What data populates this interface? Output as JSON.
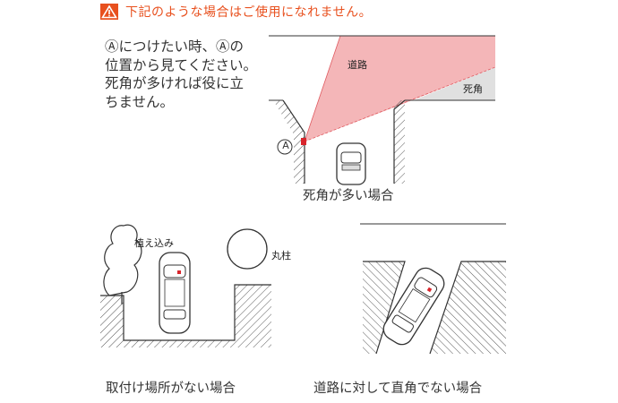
{
  "warning": {
    "text": "下記のような場合はご使用になれません。",
    "icon": "warning-triangle-icon",
    "color": "#e8501e"
  },
  "note": {
    "lines": [
      "Ⓐにつけたい時、Ⓐの",
      "位置から見てください。",
      "死角が多ければ役に立",
      "ちません。"
    ]
  },
  "diagram_blind_spot": {
    "road_label": "道路",
    "blind_label": "死角",
    "point_label": "A",
    "caption": "死角が多い場合",
    "view_color": "#f4b6b8",
    "blind_color": "#e0e0e0"
  },
  "diagram_no_mount": {
    "plant_label": "植え込み",
    "pillar_label": "丸柱",
    "caption": "取付け場所がない場合"
  },
  "diagram_angled": {
    "caption": "道路に対して直角でない場合"
  }
}
